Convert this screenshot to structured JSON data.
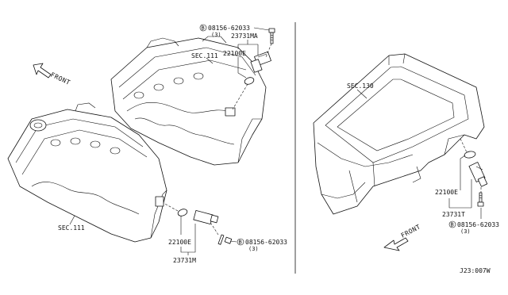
{
  "diagram": {
    "left_panel": {
      "front_arrow": "FRONT",
      "upper_head": {
        "section_ref": "SEC.111",
        "bolt_label": "08156-62033",
        "bolt_qty": "(3)",
        "bolt_marker": "B",
        "sensor_part": "23731MA",
        "oring_part": "22100E"
      },
      "lower_head": {
        "section_ref": "SEC.111",
        "bolt_label": "08156-62033",
        "bolt_qty": "(3)",
        "bolt_marker": "B",
        "sensor_part": "23731M",
        "oring_part": "22100E"
      }
    },
    "right_panel": {
      "front_arrow": "FRONT",
      "section_ref": "SEC.130",
      "oring_part": "22100E",
      "sensor_part": "23731T",
      "bolt_label": "08156-62033",
      "bolt_qty": "(3)",
      "bolt_marker": "B"
    },
    "figure_code": "J23:007W"
  }
}
